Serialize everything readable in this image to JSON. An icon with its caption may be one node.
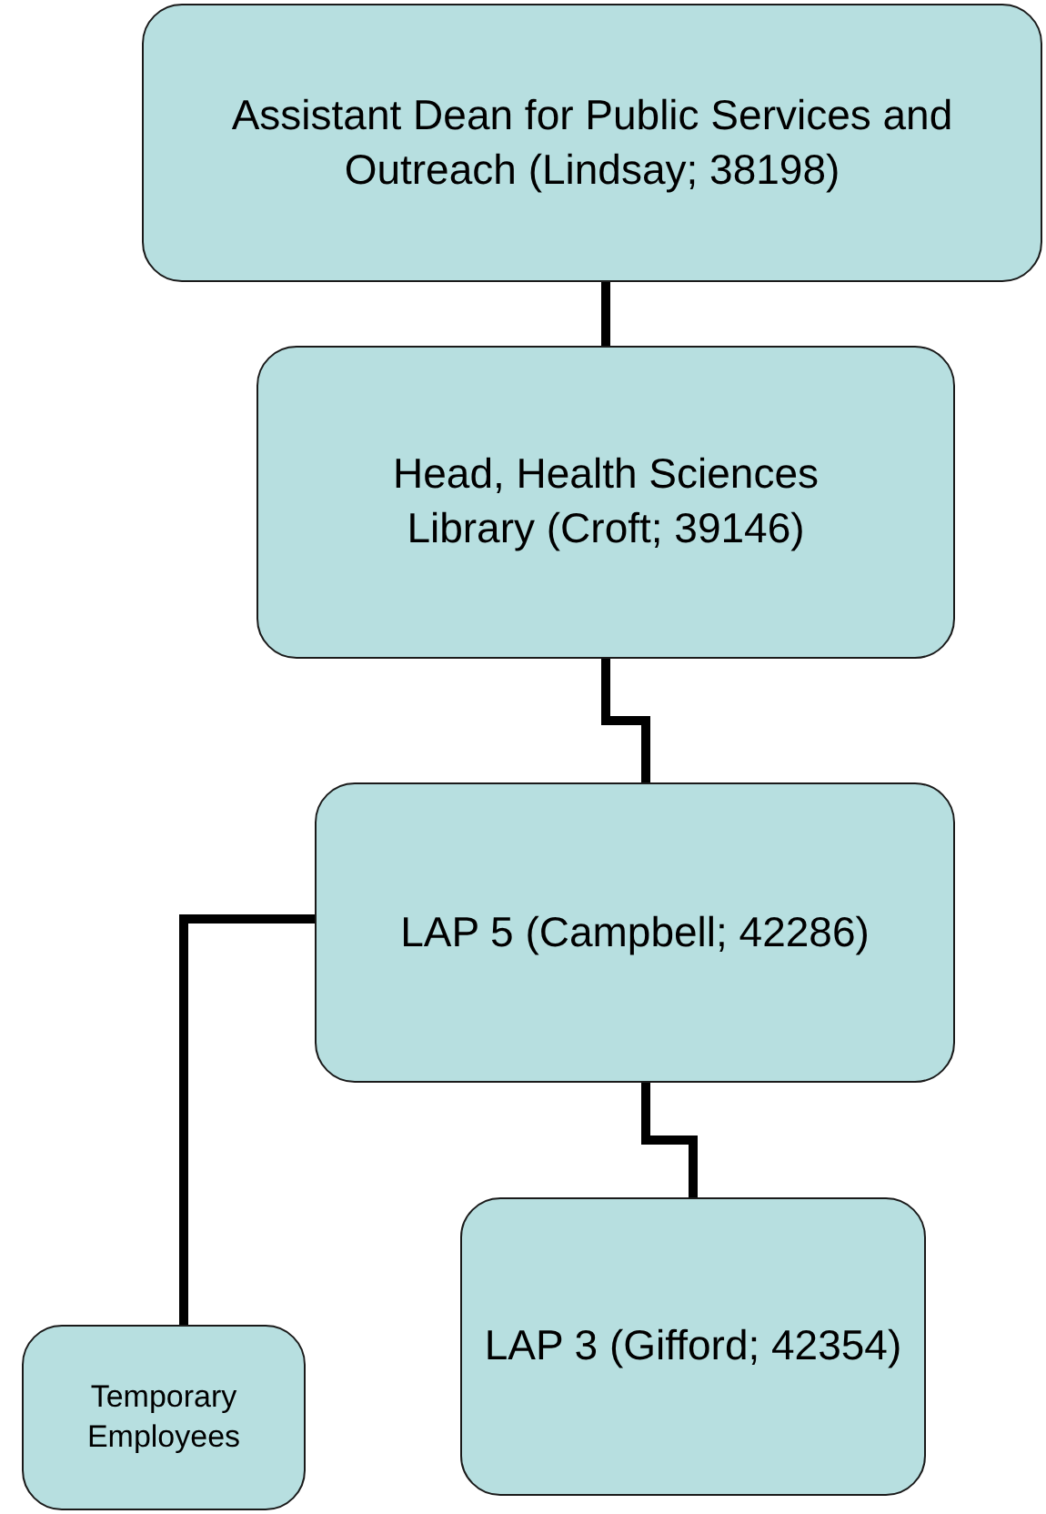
{
  "diagram": {
    "nodes": [
      {
        "text": [
          "Assistant Dean for Public Services and Outreach (Lindsay; 38198)"
        ]
      },
      {
        "text": [
          "Head, Health Sciences Library (Croft; 39146)"
        ]
      },
      {
        "text": [
          "LAP 5 (Campbell; 42286)"
        ]
      },
      {
        "text": [
          "LAP 3 (Gifford; 42354)"
        ]
      },
      {
        "text": [
          "Temporary Employees"
        ]
      }
    ],
    "edges": [
      {
        "from": 0,
        "to": 1,
        "arrow": "none"
      },
      {
        "from": 1,
        "to": 2,
        "arrow": "none"
      },
      {
        "from": 2,
        "to": 4,
        "arrow": "none"
      },
      {
        "from": 2,
        "to": 3,
        "arrow": "none"
      }
    ]
  }
}
